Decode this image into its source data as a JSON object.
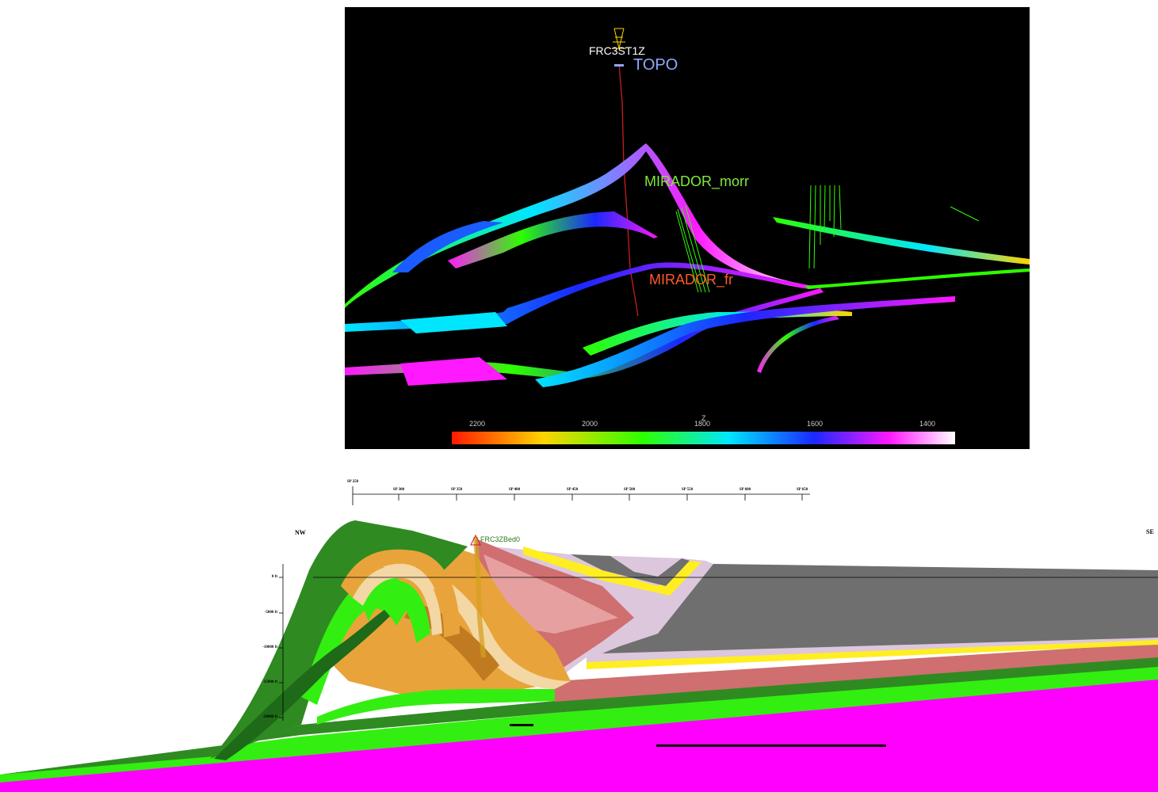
{
  "top_view": {
    "well_label": "FRC3ST1Z",
    "horizons": [
      "TOPO",
      "MIRADOR_morr",
      "MIRADOR_fr"
    ],
    "colorbar": {
      "title": "Z",
      "ticks": [
        "2200",
        "2000",
        "1800",
        "1600",
        "1400"
      ],
      "colors": [
        "#ff1a00",
        "#ffd400",
        "#2dff00",
        "#00e6ff",
        "#1a28ff",
        "#ff19ff",
        "#ffffff"
      ]
    }
  },
  "cross_section": {
    "nw_label": "NW",
    "se_label": "SE",
    "well_label": "FRC3ZBed0",
    "sp_labels": [
      "SP 250",
      "SP 300",
      "SP 350",
      "SP 400",
      "SP 450",
      "SP 500",
      "SP 550",
      "SP 600",
      "SP 650"
    ],
    "depth_labels": [
      "0 ft",
      "-5000 ft",
      "-10000 ft",
      "-15000 ft",
      "-20000 ft"
    ],
    "colors": {
      "basement": "#ff00ff",
      "dark_green": "#2f8a22",
      "bright_green": "#33ee11",
      "orange": "#e8a43a",
      "tan": "#f3d7a4",
      "salmon": "#cf6f6f",
      "lavender": "#dcc7dd",
      "yellow": "#ffee22",
      "gray": "#6f6f6f"
    }
  }
}
